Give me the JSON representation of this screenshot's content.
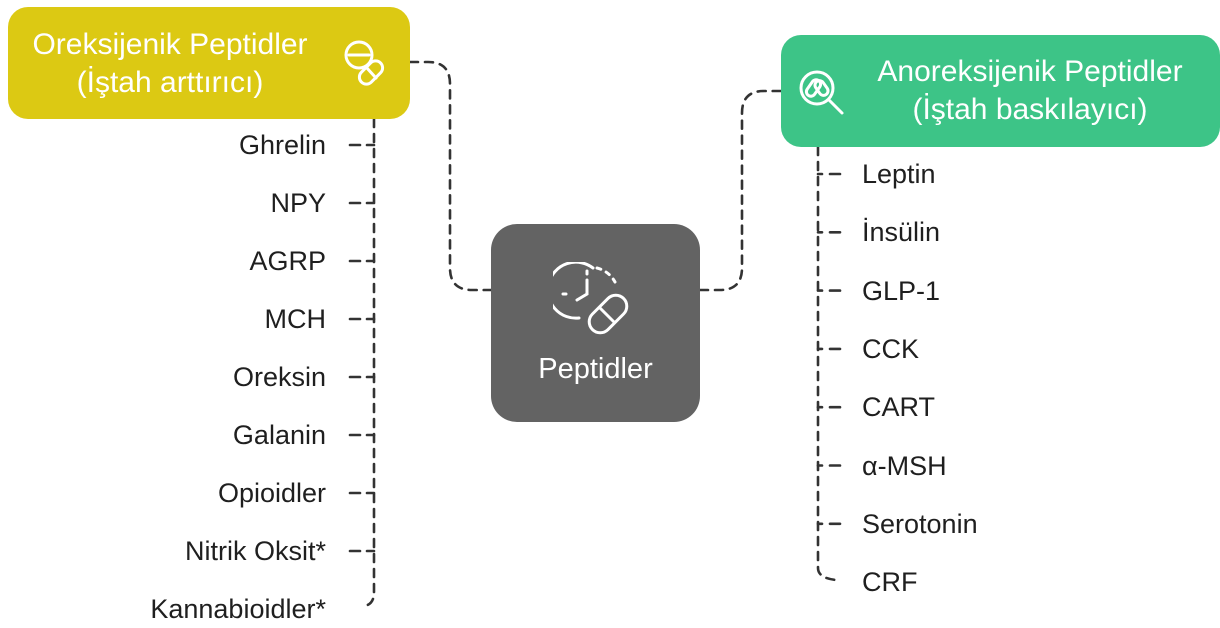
{
  "center": {
    "label": "Peptidler",
    "icon": "clock-pill-icon"
  },
  "orexigenic": {
    "title_line1": "Oreksijenik Peptidler",
    "title_line2": "(İştah arttırıcı)",
    "icon": "pills-icon",
    "color": "#dcc913",
    "items": [
      "Ghrelin",
      "NPY",
      "AGRP",
      "MCH",
      "Oreksin",
      "Galanin",
      "Opioidler",
      "Nitrik Oksit*",
      "Kannabioidler*"
    ]
  },
  "anorexigenic": {
    "title_line1": "Anoreksijenik Peptidler",
    "title_line2": "(İştah baskılayıcı)",
    "icon": "pill-magnifier-icon",
    "color": "#3dc487",
    "items": [
      "Leptin",
      "İnsülin",
      "GLP-1",
      "CCK",
      "CART",
      "α-MSH",
      "Serotonin",
      "CRF"
    ]
  },
  "colors": {
    "center": "#636363",
    "connector": "#333333"
  }
}
